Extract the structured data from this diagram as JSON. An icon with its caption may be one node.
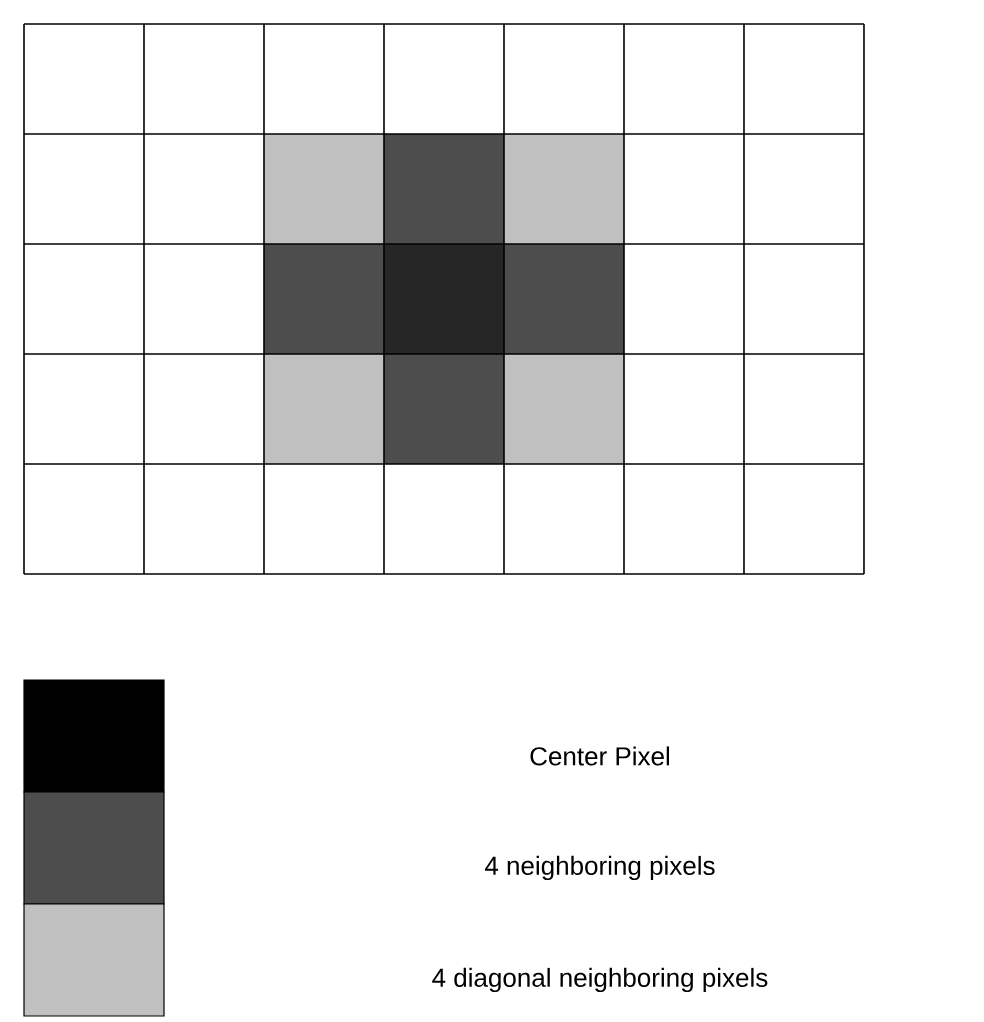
{
  "diagram": {
    "legend": [
      {
        "text": "Center Pixel",
        "color": "#000000"
      },
      {
        "text": "4 neighboring pixels",
        "color": "#4d4d4d"
      },
      {
        "text": "4 diagonal neighboring pixels",
        "color": "#c0c0c0"
      }
    ]
  }
}
